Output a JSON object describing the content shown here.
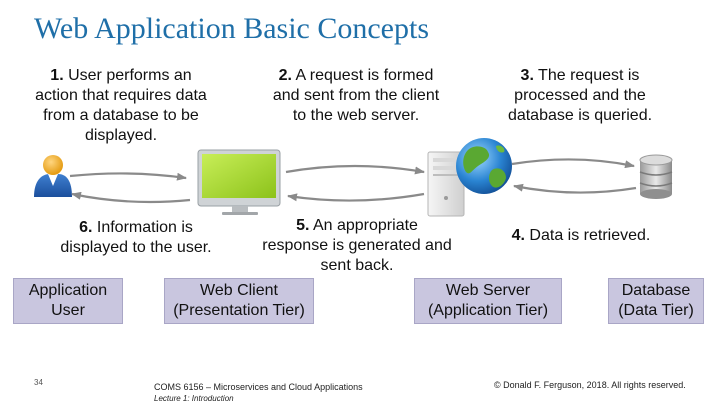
{
  "title": "Web Application Basic Concepts",
  "steps": [
    {
      "num": "1.",
      "line1": "User performs an",
      "line2": "action that requires data",
      "line3": "from a database to be",
      "line4": "displayed."
    },
    {
      "num": "2.",
      "line1": "A request is formed",
      "line2": "and sent from the client",
      "line3": "to the web server."
    },
    {
      "num": "3.",
      "line1": "The request is",
      "line2": "processed and the",
      "line3": "database is queried."
    },
    {
      "num": "4.",
      "line1": "Data is retrieved."
    },
    {
      "num": "5.",
      "line1": "An appropriate",
      "line2": "response is generated and",
      "line3": "sent back."
    },
    {
      "num": "6.",
      "line1": "Information is",
      "line2": "displayed to the user."
    }
  ],
  "tiers": [
    {
      "line1": "Application",
      "line2": "User"
    },
    {
      "line1": "Web Client",
      "line2": "(Presentation Tier)"
    },
    {
      "line1": "Web Server",
      "line2": "(Application Tier)"
    },
    {
      "line1": "Database",
      "line2": "(Data Tier)"
    }
  ],
  "footer": {
    "slide_number": "34",
    "course": "COMS 6156 – Microservices and Cloud Applications",
    "lecture": "Lecture 1: Introduction",
    "copyright": "© Donald F. Ferguson, 2018. All rights reserved."
  },
  "icons": {
    "user": "user-icon",
    "monitor": "monitor-icon",
    "server": "server-icon",
    "globe": "globe-icon",
    "database": "database-icon"
  },
  "colors": {
    "title": "#1f6fa8",
    "tier_box": "#c9c6df",
    "arrow": "#8a8a8a",
    "screen": "#a8d82a"
  }
}
